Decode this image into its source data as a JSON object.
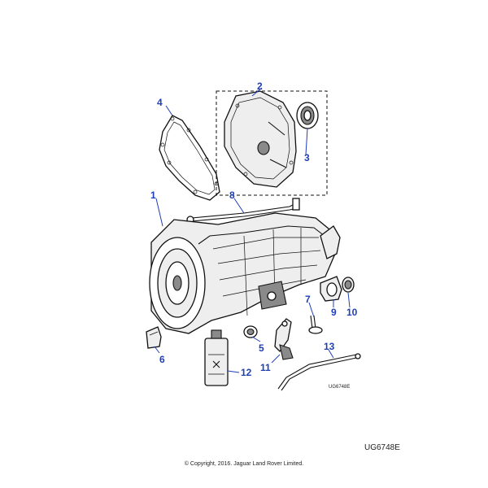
{
  "callouts": [
    {
      "id": "1",
      "label": "1"
    },
    {
      "id": "2",
      "label": "2"
    },
    {
      "id": "3",
      "label": "3"
    },
    {
      "id": "4",
      "label": "4"
    },
    {
      "id": "5",
      "label": "5"
    },
    {
      "id": "6",
      "label": "6"
    },
    {
      "id": "7",
      "label": "7"
    },
    {
      "id": "8",
      "label": "8"
    },
    {
      "id": "9",
      "label": "9"
    },
    {
      "id": "10",
      "label": "10"
    },
    {
      "id": "11",
      "label": "11"
    },
    {
      "id": "12",
      "label": "12"
    },
    {
      "id": "13",
      "label": "13"
    }
  ],
  "drawing_code_small": "UG6748E",
  "image_code": "UG6748E",
  "copyright": "© Copyright, 2016. Jaguar Land Rover Limited.",
  "colors": {
    "callout": "#1f3fb8",
    "line": "#111111",
    "background": "#ffffff"
  }
}
